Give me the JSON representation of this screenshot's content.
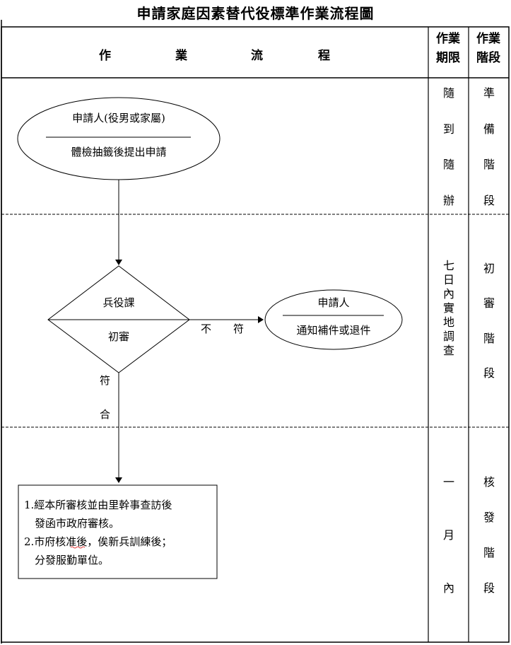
{
  "title": "申請家庭因素替代役標準作業流程圖",
  "header": {
    "flow": [
      "作",
      "業",
      "流",
      "程"
    ],
    "deadline": [
      "作業",
      "期限"
    ],
    "stage": [
      "作業",
      "階段"
    ]
  },
  "rows": [
    {
      "deadline": [
        "隨",
        "到",
        "隨",
        "辦"
      ],
      "stage": [
        "準",
        "備",
        "階",
        "段"
      ]
    },
    {
      "deadline": [
        "七",
        "日",
        "內",
        "實",
        "地",
        "調",
        "查"
      ],
      "stage": [
        "初",
        "審",
        "階",
        "段"
      ]
    },
    {
      "deadline": [
        "一",
        "月",
        "內"
      ],
      "stage": [
        "核",
        "發",
        "階",
        "段"
      ]
    }
  ],
  "flow": {
    "start": {
      "top": "申請人(役男或家屬)",
      "bottom": "體檢抽籤後提出申請"
    },
    "decision": {
      "top": "兵役課",
      "bottom": "初審"
    },
    "reject_label": [
      "不",
      "符"
    ],
    "reject": {
      "top": "申請人",
      "bottom": "通知補件或退件"
    },
    "accept_label": [
      "符",
      "合"
    ],
    "final": [
      "1.經本所審核並由里幹事查訪後",
      "　發函市政府審核。",
      "2.市府核准後，俟新兵訓練後；",
      "　分發服勤單位。"
    ]
  }
}
